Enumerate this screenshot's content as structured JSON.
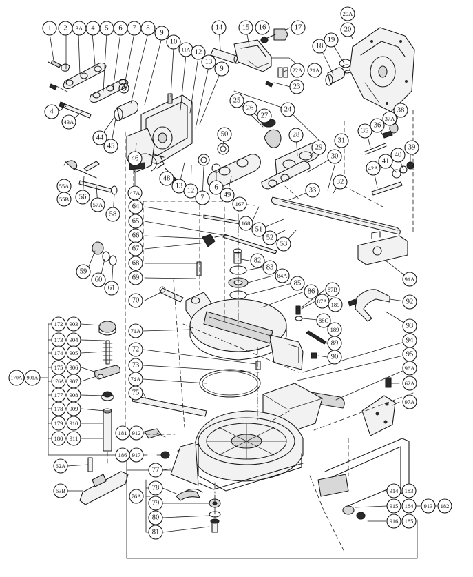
{
  "diagram": {
    "part_numbers": [
      "1",
      "2",
      "3A",
      "4",
      "5",
      "6",
      "7",
      "8",
      "9",
      "10",
      "11A",
      "12",
      "13",
      "14",
      "15",
      "16",
      "17",
      "18",
      "19",
      "20A",
      "20",
      "21A",
      "22A",
      "23",
      "4",
      "43A",
      "44",
      "45",
      "46",
      "47A",
      "48",
      "13",
      "12",
      "7",
      "6",
      "49",
      "50",
      "25",
      "26",
      "27",
      "24",
      "28",
      "29",
      "30",
      "31",
      "32",
      "33",
      "9",
      "12",
      "13",
      "55A",
      "55B",
      "56",
      "57A",
      "58",
      "59",
      "60",
      "61",
      "64",
      "65",
      "66",
      "67",
      "68",
      "69",
      "70",
      "167",
      "168",
      "51",
      "52",
      "53",
      "82",
      "83",
      "84A",
      "85",
      "86",
      "87B",
      "87A",
      "189",
      "88C",
      "189",
      "89",
      "90",
      "71A",
      "72",
      "73",
      "74A",
      "75",
      "94",
      "95",
      "96A",
      "62A",
      "97A",
      "35",
      "36",
      "37A",
      "38",
      "40",
      "39",
      "41",
      "42A",
      "91A",
      "92",
      "93",
      "172",
      "903",
      "173",
      "904",
      "174",
      "905",
      "175",
      "906",
      "176A",
      "907",
      "177",
      "908",
      "178",
      "909",
      "179",
      "910",
      "180",
      "911",
      "170A",
      "901A",
      "181",
      "912",
      "186",
      "917",
      "77",
      "78",
      "76A",
      "79",
      "80",
      "81",
      "62A",
      "63B",
      "183",
      "914",
      "184",
      "915",
      "913",
      "182",
      "185",
      "916"
    ]
  }
}
